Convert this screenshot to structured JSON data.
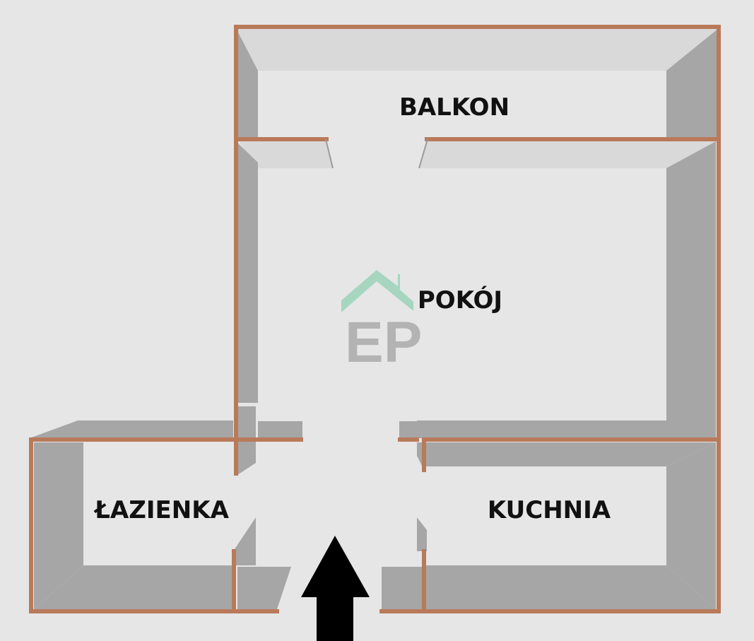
{
  "rooms": {
    "balcony": "BALKON",
    "room": "POKÓJ",
    "bathroom": "ŁAZIENKA",
    "kitchen": "KUCHNIA"
  },
  "logo": {
    "text": "EP",
    "roof_color": "#a6d6c0",
    "text_color": "#b3b3b3"
  },
  "colors": {
    "background": "#e6e6e6",
    "wall_outline": "#b97a5a",
    "wall_shade": "#a6a6a6",
    "wall_light": "#d9d9d9",
    "arrow": "#000000"
  },
  "icons": {
    "entrance": "entrance-arrow-icon",
    "logo": "house-roof-icon"
  }
}
